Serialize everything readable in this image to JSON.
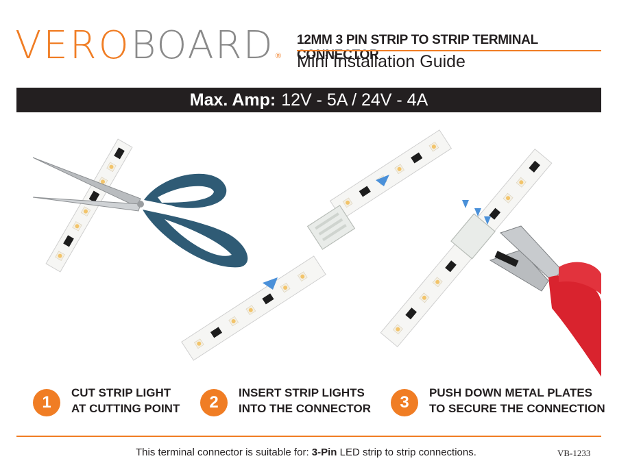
{
  "brand": {
    "part1": "VERO",
    "part2": "BOARD",
    "reg": "®",
    "accent": "#f07d24",
    "grey": "#8a8a8a"
  },
  "header": {
    "product_title": "12MM 3 PIN STRIP TO STRIP TERMINAL CONNECTOR",
    "subtitle": "Mini Installation Guide"
  },
  "amp_bar": {
    "label": "Max. Amp:",
    "value": "12V - 5A / 24V - 4A"
  },
  "illustrations": {
    "scissors_icon": "scissors-icon",
    "pliers_icon": "pliers-icon",
    "connector_icon": "connector-icon",
    "strip_icon": "led-strip-icon"
  },
  "steps": [
    {
      "number": "1",
      "line1": "CUT STRIP LIGHT",
      "line2": "AT CUTTING POINT"
    },
    {
      "number": "2",
      "line1": "INSERT STRIP LIGHTS",
      "line2": "INTO THE CONNECTOR"
    },
    {
      "number": "3",
      "line1": "PUSH DOWN METAL PLATES",
      "line2": "TO SECURE THE CONNECTION"
    }
  ],
  "footer": {
    "note_prefix": "This terminal connector is suitable for: ",
    "note_bold": "3-Pin",
    "note_suffix": " LED strip to strip connections.",
    "code": "VB-1233"
  }
}
